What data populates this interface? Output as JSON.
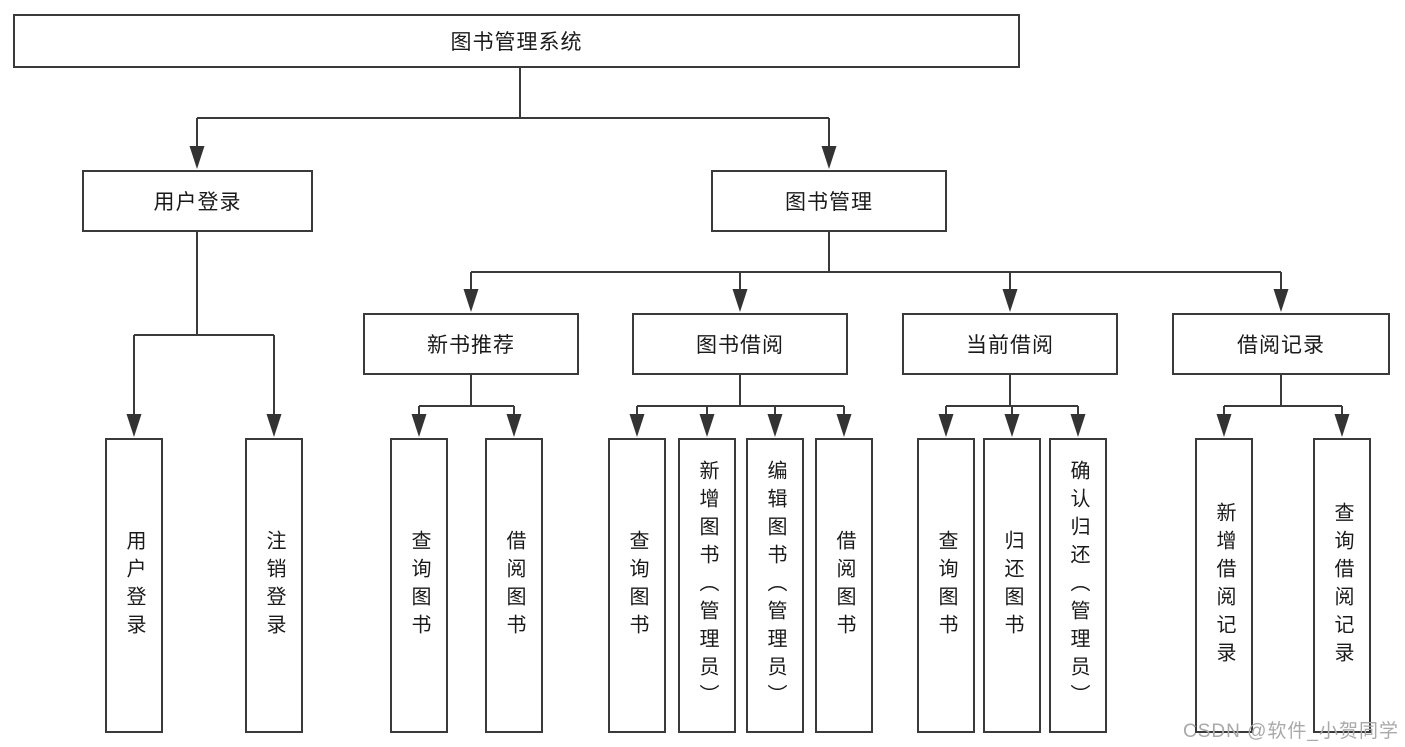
{
  "nodes": {
    "root": {
      "label": "图书管理系统"
    },
    "user_login": {
      "label": "用户登录"
    },
    "book_management": {
      "label": "图书管理"
    },
    "new_book_recommend": {
      "label": "新书推荐"
    },
    "book_borrowing": {
      "label": "图书借阅"
    },
    "current_borrowing": {
      "label": "当前借阅"
    },
    "borrowing_records": {
      "label": "借阅记录"
    },
    "leaf_user_login": {
      "label": "用户登录"
    },
    "leaf_logout": {
      "label": "注销登录"
    },
    "leaf_nb_query": {
      "label": "查询图书"
    },
    "leaf_nb_borrow": {
      "label": "借阅图书"
    },
    "leaf_bb_query": {
      "label": "查询图书"
    },
    "leaf_bb_add": {
      "label": "新增图书（管理员）"
    },
    "leaf_bb_edit": {
      "label": "编辑图书（管理员）"
    },
    "leaf_bb_borrow": {
      "label": "借阅图书"
    },
    "leaf_cb_query": {
      "label": "查询图书"
    },
    "leaf_cb_return": {
      "label": "归还图书"
    },
    "leaf_cb_confirm": {
      "label": "确认归还（管理员）"
    },
    "leaf_br_add": {
      "label": "新增借阅记录"
    },
    "leaf_br_query": {
      "label": "查询借阅记录"
    }
  },
  "structure": {
    "root": "图书管理系统",
    "children": [
      {
        "label": "用户登录",
        "children": [
          "用户登录",
          "注销登录"
        ]
      },
      {
        "label": "图书管理",
        "children": [
          {
            "label": "新书推荐",
            "children": [
              "查询图书",
              "借阅图书"
            ]
          },
          {
            "label": "图书借阅",
            "children": [
              "查询图书",
              "新增图书（管理员）",
              "编辑图书（管理员）",
              "借阅图书"
            ]
          },
          {
            "label": "当前借阅",
            "children": [
              "查询图书",
              "归还图书",
              "确认归还（管理员）"
            ]
          },
          {
            "label": "借阅记录",
            "children": [
              "新增借阅记录",
              "查询借阅记录"
            ]
          }
        ]
      }
    ]
  },
  "watermark": {
    "text": "CSDN @软件_小贺同学"
  },
  "colors": {
    "line": "#3a3a3a",
    "arrow": "#333333",
    "text": "#1a1a1a",
    "box_background": "#ffffff",
    "page_background": "#ffffff",
    "watermark": "#a9a9a9"
  }
}
